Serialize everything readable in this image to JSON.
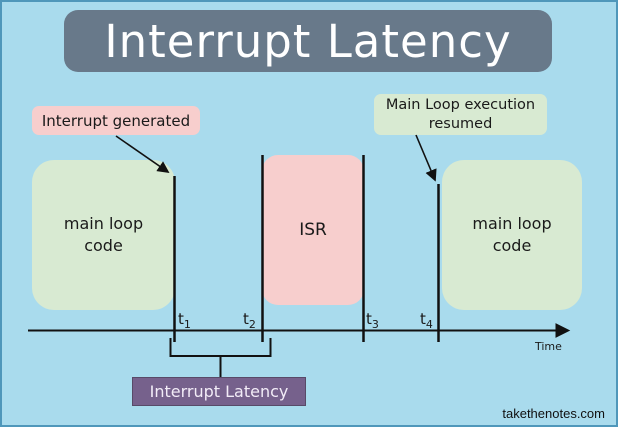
{
  "page": {
    "watermark": "takethenotes.com"
  },
  "title": {
    "text": "Interrupt Latency"
  },
  "callouts": {
    "interrupt_generated": {
      "text": "Interrupt generated"
    },
    "main_loop_resumed": {
      "line1": "Main Loop execution",
      "line2": "resumed"
    }
  },
  "blocks": {
    "left_main_loop": {
      "line1": "main loop",
      "line2": "code"
    },
    "isr": {
      "label": "ISR"
    },
    "right_main_loop": {
      "line1": "main loop",
      "line2": "code"
    }
  },
  "timeline": {
    "axis_label": "Time",
    "ticks": [
      {
        "base": "t",
        "sub": "1"
      },
      {
        "base": "t",
        "sub": "2"
      },
      {
        "base": "t",
        "sub": "3"
      },
      {
        "base": "t",
        "sub": "4"
      }
    ]
  },
  "latency_label": {
    "text": "Interrupt Latency"
  },
  "colors": {
    "background": "#a9dbed",
    "page_border": "#4f97ba",
    "title_bg": "#68798a",
    "title_text": "#ffffff",
    "pink": "#f7cecd",
    "green": "#d8ead2",
    "purple": "#76618c",
    "line": "#111111"
  }
}
